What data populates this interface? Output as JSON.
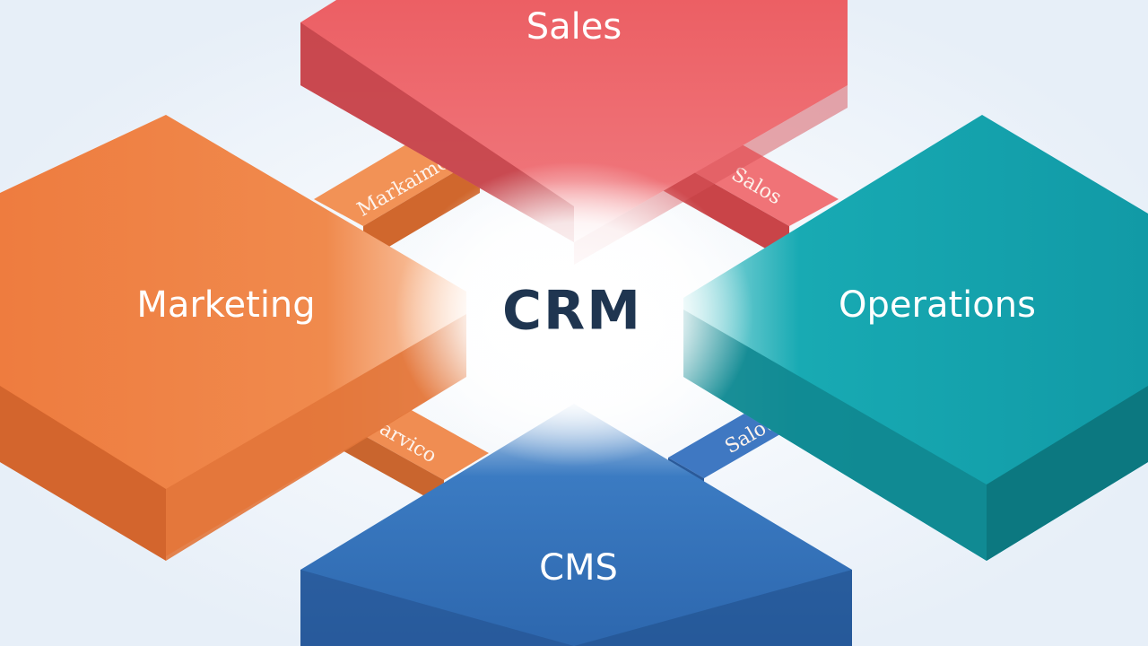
{
  "diagram": {
    "center": {
      "label": "CRM"
    },
    "blocks": {
      "sales": {
        "label": "Sales",
        "color": "#e95a5f"
      },
      "marketing": {
        "label": "Marketing",
        "color": "#ee7f43"
      },
      "operations": {
        "label": "Operations",
        "color": "#17a3ad"
      },
      "cms": {
        "label": "CMS",
        "color": "#2e6db6"
      }
    },
    "connectors": {
      "marketing_sales": {
        "label": "Markaimo"
      },
      "sales_operations": {
        "label": "Salos"
      },
      "marketing_cms": {
        "label": "Sarvico"
      },
      "cms_operations": {
        "label": "Salou"
      }
    }
  }
}
